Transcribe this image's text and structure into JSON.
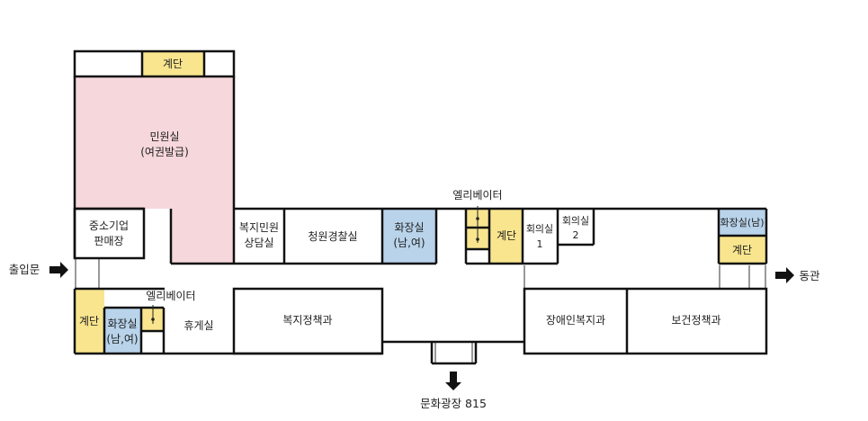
{
  "colors": {
    "stairs": "#f8e58e",
    "restroom": "#b8d3ea",
    "civil_office": "#f6d7db",
    "wall": "#111111",
    "background": "#ffffff"
  },
  "rooms": {
    "stairs_top": "계단",
    "civil_office_line1": "민원실",
    "civil_office_line2": "(여권발급)",
    "sme_shop_line1": "중소기업",
    "sme_shop_line2": "판매장",
    "welfare_counsel_line1": "복지민원",
    "welfare_counsel_line2": "상담실",
    "youth_police": "청원경찰실",
    "restroom_mid_line1": "화장실",
    "restroom_mid_line2": "(남,여)",
    "elevator_mid": "엘리베이터",
    "stairs_mid": "계단",
    "meeting1_line1": "회의실",
    "meeting1_line2": "1",
    "meeting2_line1": "회의실",
    "meeting2_line2": "2",
    "restroom_right": "화장실(남)",
    "stairs_right": "계단",
    "stairs_left": "계단",
    "restroom_left_line1": "화장실",
    "restroom_left_line2": "(남,여)",
    "elevator_left": "엘리베이터",
    "lounge": "휴게실",
    "welfare_policy": "복지정책과",
    "disability_welfare": "장애인복지과",
    "health_policy": "보건정책과"
  },
  "exits": {
    "entrance": "출입문",
    "east_building": "동관",
    "plaza": "문화광장 815"
  }
}
